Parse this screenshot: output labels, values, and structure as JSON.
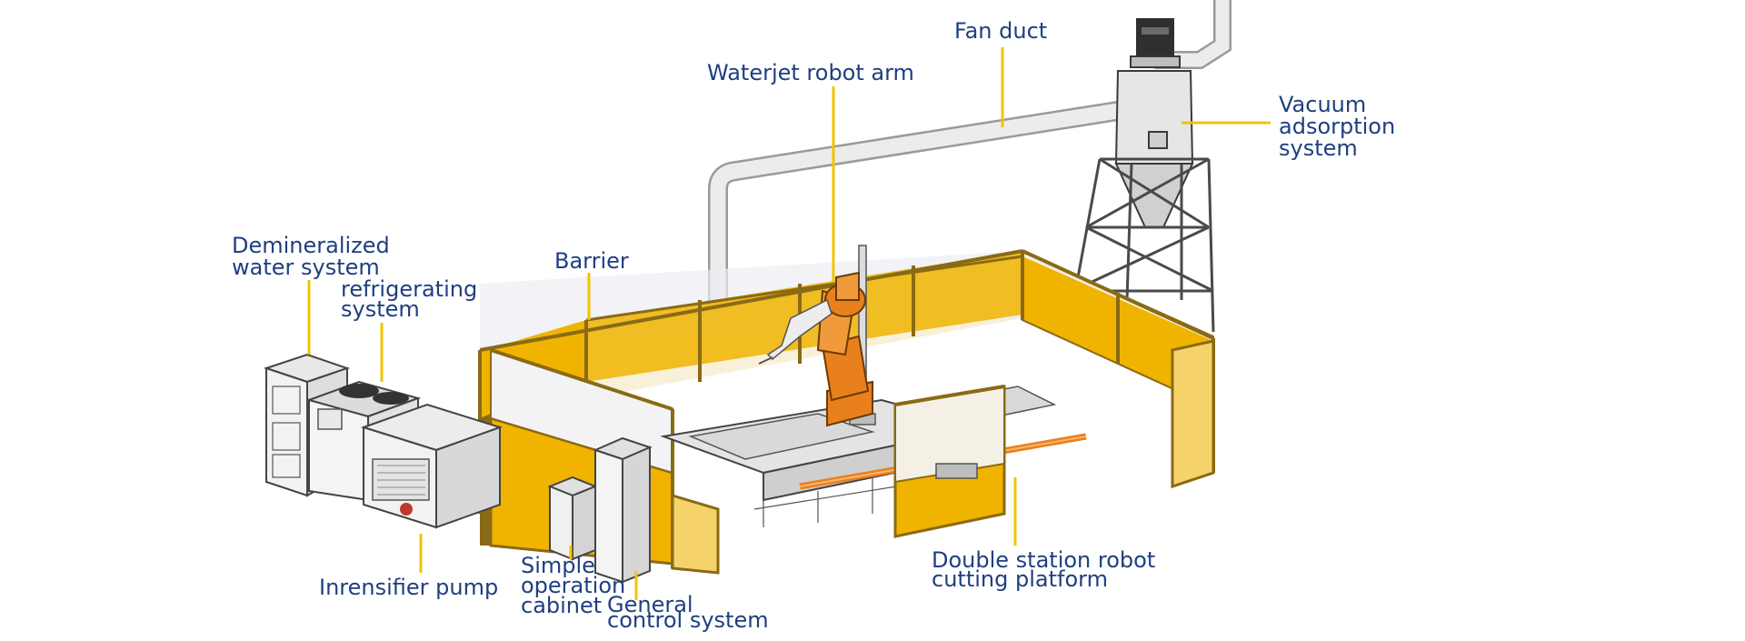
{
  "colors": {
    "label_text": "#1f3f80",
    "leader_line": "#f2c300",
    "panel_fill": "#f0b400",
    "panel_frame": "#8a6a14",
    "machine_gray": "#dcdcdc",
    "robot_orange": "#e8801c",
    "pipe": "#e2e2e2"
  },
  "labels": {
    "fan_duct": "Fan duct",
    "waterjet_robot_arm": "Waterjet robot arm",
    "vacuum_line1": "Vacuum",
    "vacuum_line2": "adsorption",
    "vacuum_line3": "system",
    "demin_line1": "Demineralized",
    "demin_line2": "water system",
    "refrig_line1": "refrigerating",
    "refrig_line2": "system",
    "barrier": "Barrier",
    "intensifier_pump": "Inrensifier pump",
    "simple_line1": "Simple",
    "simple_line2": "operation",
    "simple_line3": "cabinet",
    "general_line1": "General",
    "general_line2": "control system",
    "double_line1": "Double station robot",
    "double_line2": "cutting platform"
  }
}
